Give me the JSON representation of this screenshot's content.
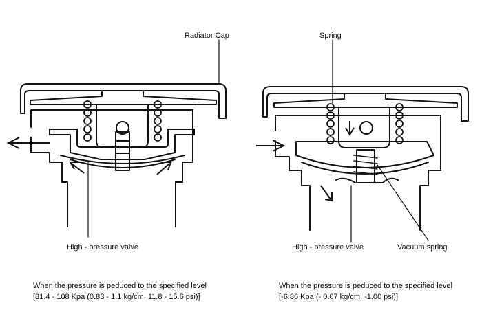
{
  "labels": {
    "radiator_cap": "Radiator Cap",
    "spring": "Spring",
    "high_pressure_left": "High - pressure valve",
    "high_pressure_right": "High -  pressure valve",
    "vacuum_spring": "Vacuum spring"
  },
  "captions": {
    "left_line1": "When the pressure is peduced to the specified level",
    "left_line2": "[81.4 - 108 Kpa (0.83 - 1.1 kg/cm, 11.8 - 15.6 psi)]",
    "right_line1": "When the pressure is peduced to the specified level",
    "right_line2": "[-6.86 Kpa (- 0.07 kg/cm, -1.00 psi)]"
  }
}
